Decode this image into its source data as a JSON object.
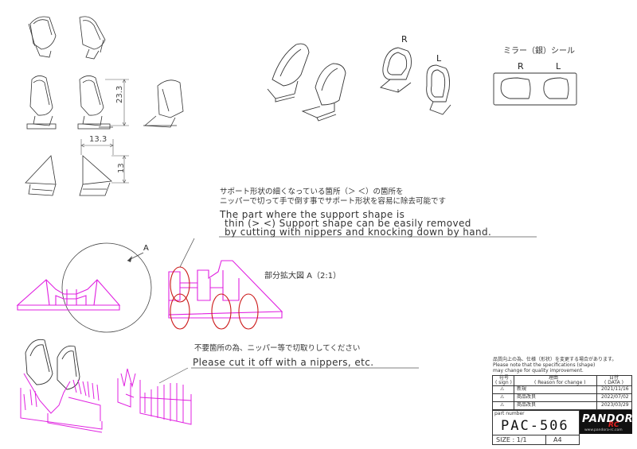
{
  "drawing": {
    "dimensions": {
      "height": "23.3",
      "width": "13.3",
      "depth": "13"
    },
    "mirror_label": "ミラー（銀）シール",
    "side_right": "R",
    "side_left": "L",
    "detail_marker": "A",
    "detail_caption": "部分拡大図 A（2:1）"
  },
  "notes": {
    "support_jp_line1": "サポート形状の細くなっている箇所（＞ ＜）の箇所を",
    "support_jp_line2": "ニッパーで切って手で倒す事でサポート形状を容易に除去可能です",
    "support_en_line1": "The part where the support shape is",
    "support_en_line2": "thin (> <) Support shape can be easily removed",
    "support_en_line3": "by cutting with nippers and knocking down by hand.",
    "cut_jp": "不要箇所の為、ニッパー等で切取りしてください",
    "cut_en": "Please cut it off with a nippers, etc."
  },
  "title_block": {
    "spec_jp": "品質向上の為、仕様（形状）を変更する場合があります。",
    "spec_en_1": "Please note that the specifications (shape)",
    "spec_en_2": "may change for quality improvement.",
    "col_sign_jp": "符号",
    "col_sign_en": "( sign )",
    "col_reason_jp": "理由",
    "col_reason_en": "( Reason for change )",
    "col_date_jp": "日付",
    "col_date_en": "( DATA )",
    "revisions": [
      {
        "reason": "新規",
        "date": "2021/11/16"
      },
      {
        "reason": "商品改良",
        "date": "2022/07/02"
      },
      {
        "reason": "商品改良",
        "date": "2023/03/29"
      }
    ],
    "part_number_label": "part number",
    "part_number": "PAC-506",
    "size_label": "SIZE : 1/1",
    "paper": "A4",
    "logo_main": "PANDORA",
    "logo_sub": "RC",
    "logo_url": "www.pandora-rc.com"
  },
  "colors": {
    "support": "#e020e0",
    "highlight": "#cc1a1a",
    "line": "#333333"
  }
}
